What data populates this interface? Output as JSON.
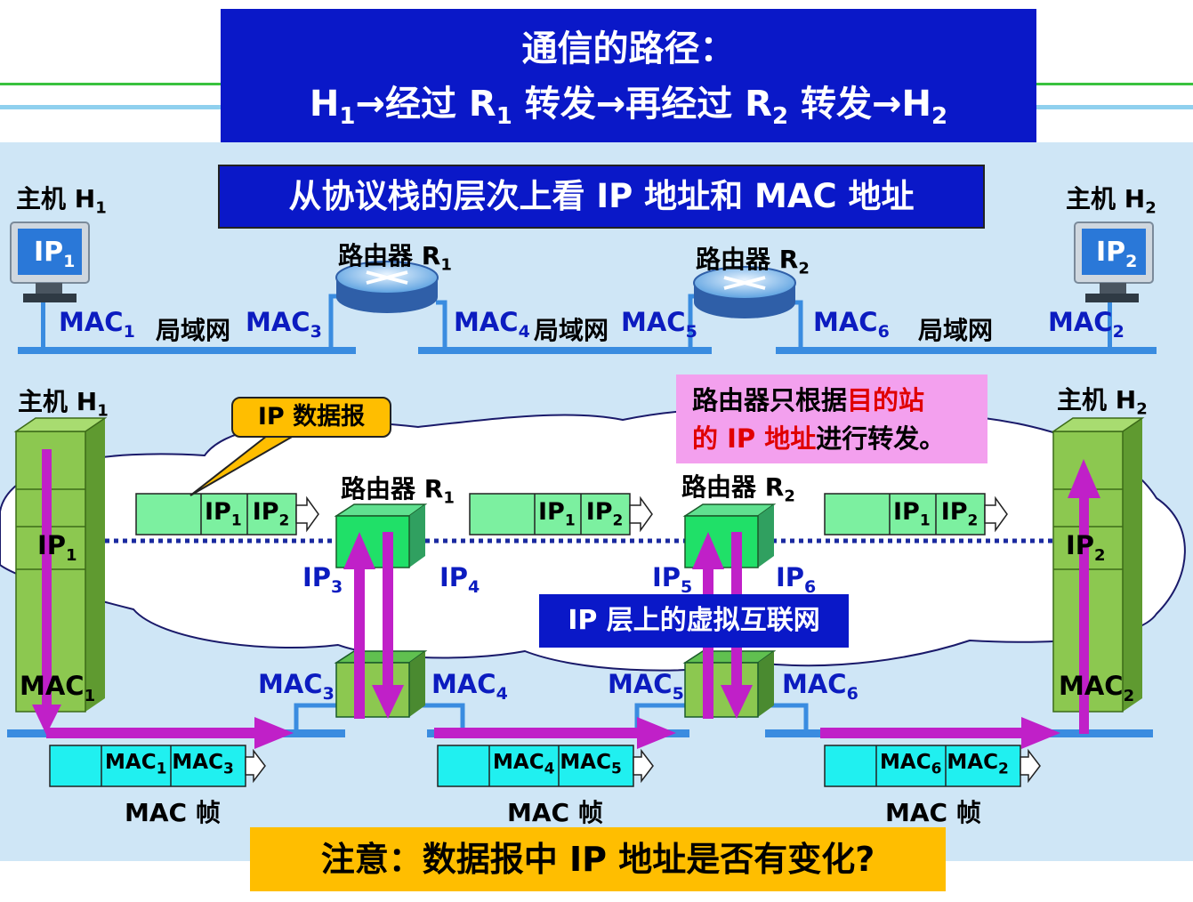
{
  "title": {
    "line1": "通信的路径：",
    "line2_parts": [
      "H",
      "1",
      "→经过 R",
      "1",
      " 转发→再经过 R",
      "2",
      " 转发→H",
      "2"
    ]
  },
  "subtitle": "从协议栈的层次上看 IP 地址和 MAC 地址",
  "top": {
    "host1": {
      "label": "主机 H",
      "sub": "1",
      "screen": "IP",
      "screen_sub": "1"
    },
    "host2": {
      "label": "主机 H",
      "sub": "2",
      "screen": "IP",
      "screen_sub": "2"
    },
    "router1": {
      "label": "路由器 R",
      "sub": "1"
    },
    "router2": {
      "label": "路由器 R",
      "sub": "2"
    },
    "lan_label": "局域网",
    "mac": [
      "MAC",
      "1",
      "MAC",
      "3",
      "MAC",
      "4",
      "MAC",
      "5",
      "MAC",
      "6",
      "MAC",
      "2"
    ]
  },
  "bottom": {
    "host1": {
      "label": "主机 H",
      "sub": "1",
      "ip": "IP",
      "ip_sub": "1",
      "mac": "MAC",
      "mac_sub": "1"
    },
    "host2": {
      "label": "主机 H",
      "sub": "2",
      "ip": "IP",
      "ip_sub": "2",
      "mac": "MAC",
      "mac_sub": "2"
    },
    "router1": {
      "label": "路由器 R",
      "sub": "1"
    },
    "router2": {
      "label": "路由器 R",
      "sub": "2"
    },
    "callout": "IP 数据报",
    "note": {
      "part1": "路由器只根据",
      "highlight1": "目的站",
      "highlight2": "的 IP 地址",
      "part2": "进行转发。"
    },
    "virtual_net": "IP 层上的虚拟互联网",
    "ip_labels": [
      {
        "t": "IP",
        "s": "3"
      },
      {
        "t": "IP",
        "s": "4"
      },
      {
        "t": "IP",
        "s": "5"
      },
      {
        "t": "IP",
        "s": "6"
      }
    ],
    "mac_labels": [
      {
        "t": "MAC",
        "s": "3"
      },
      {
        "t": "MAC",
        "s": "4"
      },
      {
        "t": "MAC",
        "s": "5"
      },
      {
        "t": "MAC",
        "s": "6"
      }
    ],
    "datagrams": [
      {
        "a": "IP",
        "as": "1",
        "b": "IP",
        "bs": "2"
      },
      {
        "a": "IP",
        "as": "1",
        "b": "IP",
        "bs": "2"
      },
      {
        "a": "IP",
        "as": "1",
        "b": "IP",
        "bs": "2"
      }
    ],
    "frames": [
      {
        "a": "MAC",
        "as": "1",
        "b": "MAC",
        "bs": "3",
        "caption": "MAC 帧"
      },
      {
        "a": "MAC",
        "as": "4",
        "b": "MAC",
        "bs": "5",
        "caption": "MAC 帧"
      },
      {
        "a": "MAC",
        "as": "6",
        "b": "MAC",
        "bs": "2",
        "caption": "MAC 帧"
      }
    ]
  },
  "attention": "注意：数据报中 IP 地址是否有变化?",
  "colors": {
    "title_bg": "#0a18c8",
    "arrow": "#c020c8",
    "packet": "#7cf0a0",
    "frame": "#20f0f0",
    "stack": "#8cc850",
    "note_bg": "#f3a0ee",
    "callout_bg": "#ffbe00"
  }
}
